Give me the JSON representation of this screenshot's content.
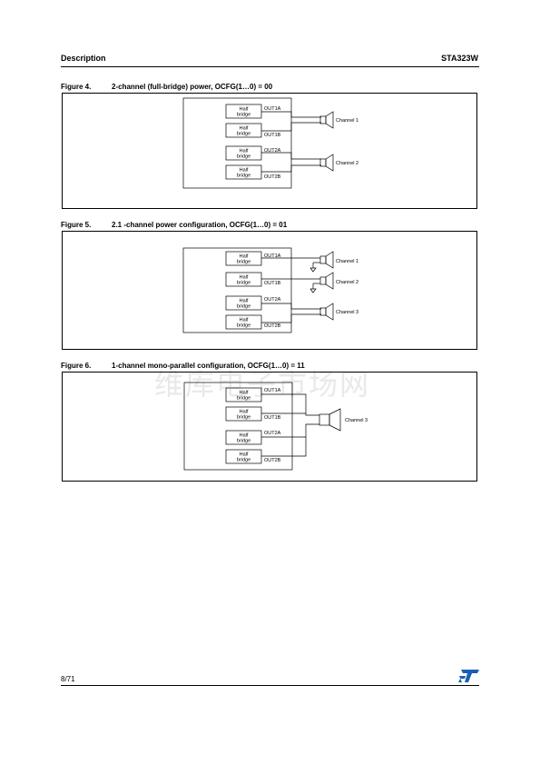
{
  "header": {
    "section": "Description",
    "part_number": "STA323W"
  },
  "figures": [
    {
      "number": "Figure 4.",
      "title": "2-channel (full-bridge) power, OCFG(1…0) = 00",
      "block_label_line1": "Half",
      "block_label_line2": "bridge",
      "outputs": [
        "OUT1A",
        "OUT1B",
        "OUT2A",
        "OUT2B"
      ],
      "channels": [
        "Channel 1",
        "Channel 2"
      ]
    },
    {
      "number": "Figure 5.",
      "title": "2.1 -channel power configuration, OCFG(1…0) = 01",
      "block_label_line1": "Half",
      "block_label_line2": "bridge",
      "outputs": [
        "OUT1A",
        "OUT1B",
        "OUT2A",
        "OUT2B"
      ],
      "channels": [
        "Channel 1",
        "Channel 2",
        "Channel 3"
      ]
    },
    {
      "number": "Figure 6.",
      "title": "1-channel mono-parallel configuration, OCFG(1…0) = 11",
      "block_label_line1": "Half",
      "block_label_line2": "bridge",
      "outputs": [
        "OUT1A",
        "OUT1B",
        "OUT2A",
        "OUT2B"
      ],
      "channels": [
        "Channel 3"
      ]
    }
  ],
  "watermark": "维库电子市场网",
  "footer": {
    "page": "8/71",
    "logo": "st-logo-icon"
  }
}
